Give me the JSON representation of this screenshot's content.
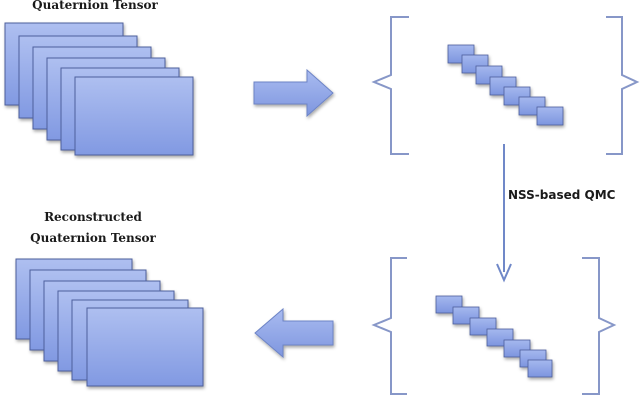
{
  "labels": {
    "input_title": "Quaternion Tensor",
    "output_title_line1": "Reconstructed",
    "output_title_line2": "Quaternion Tensor",
    "process_label": "NSS-based QMC"
  },
  "colors": {
    "slice_fill_top": "#a9bbef",
    "slice_fill_bottom": "#8aa2e6",
    "slice_stroke": "#3a4a8a",
    "bracket": "#8b9bc9",
    "arrow_fill": "#8fa6e4",
    "arrow_line": "#6b82c2"
  }
}
